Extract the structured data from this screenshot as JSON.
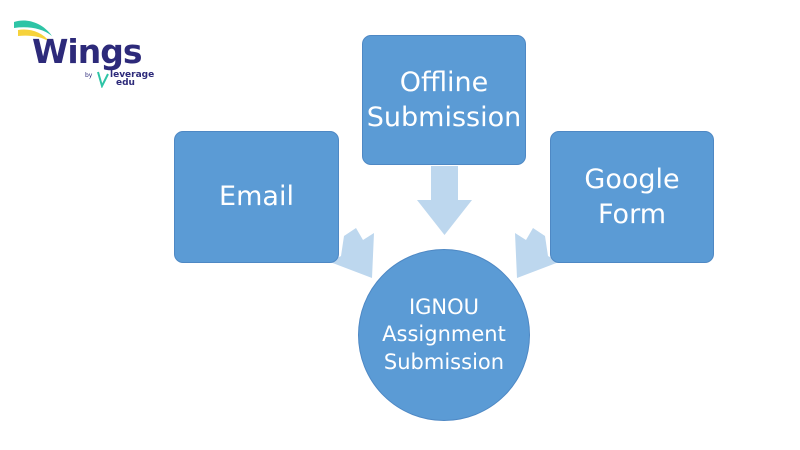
{
  "logo": {
    "word": "Wings",
    "by": "by",
    "brand_line1": "leverage",
    "brand_line2": "edu"
  },
  "diagram": {
    "boxes": {
      "email": "Email",
      "offline": "Offline\nSubmission",
      "google": "Google\nForm"
    },
    "center": "IGNOU\nAssignment\nSubmission"
  },
  "colors": {
    "box_fill": "#5b9bd5",
    "arrow_fill": "#bdd7ee",
    "text": "#ffffff",
    "logo_text": "#2d2a7a",
    "logo_green": "#2ec4a6",
    "logo_yellow": "#f6d23b"
  }
}
